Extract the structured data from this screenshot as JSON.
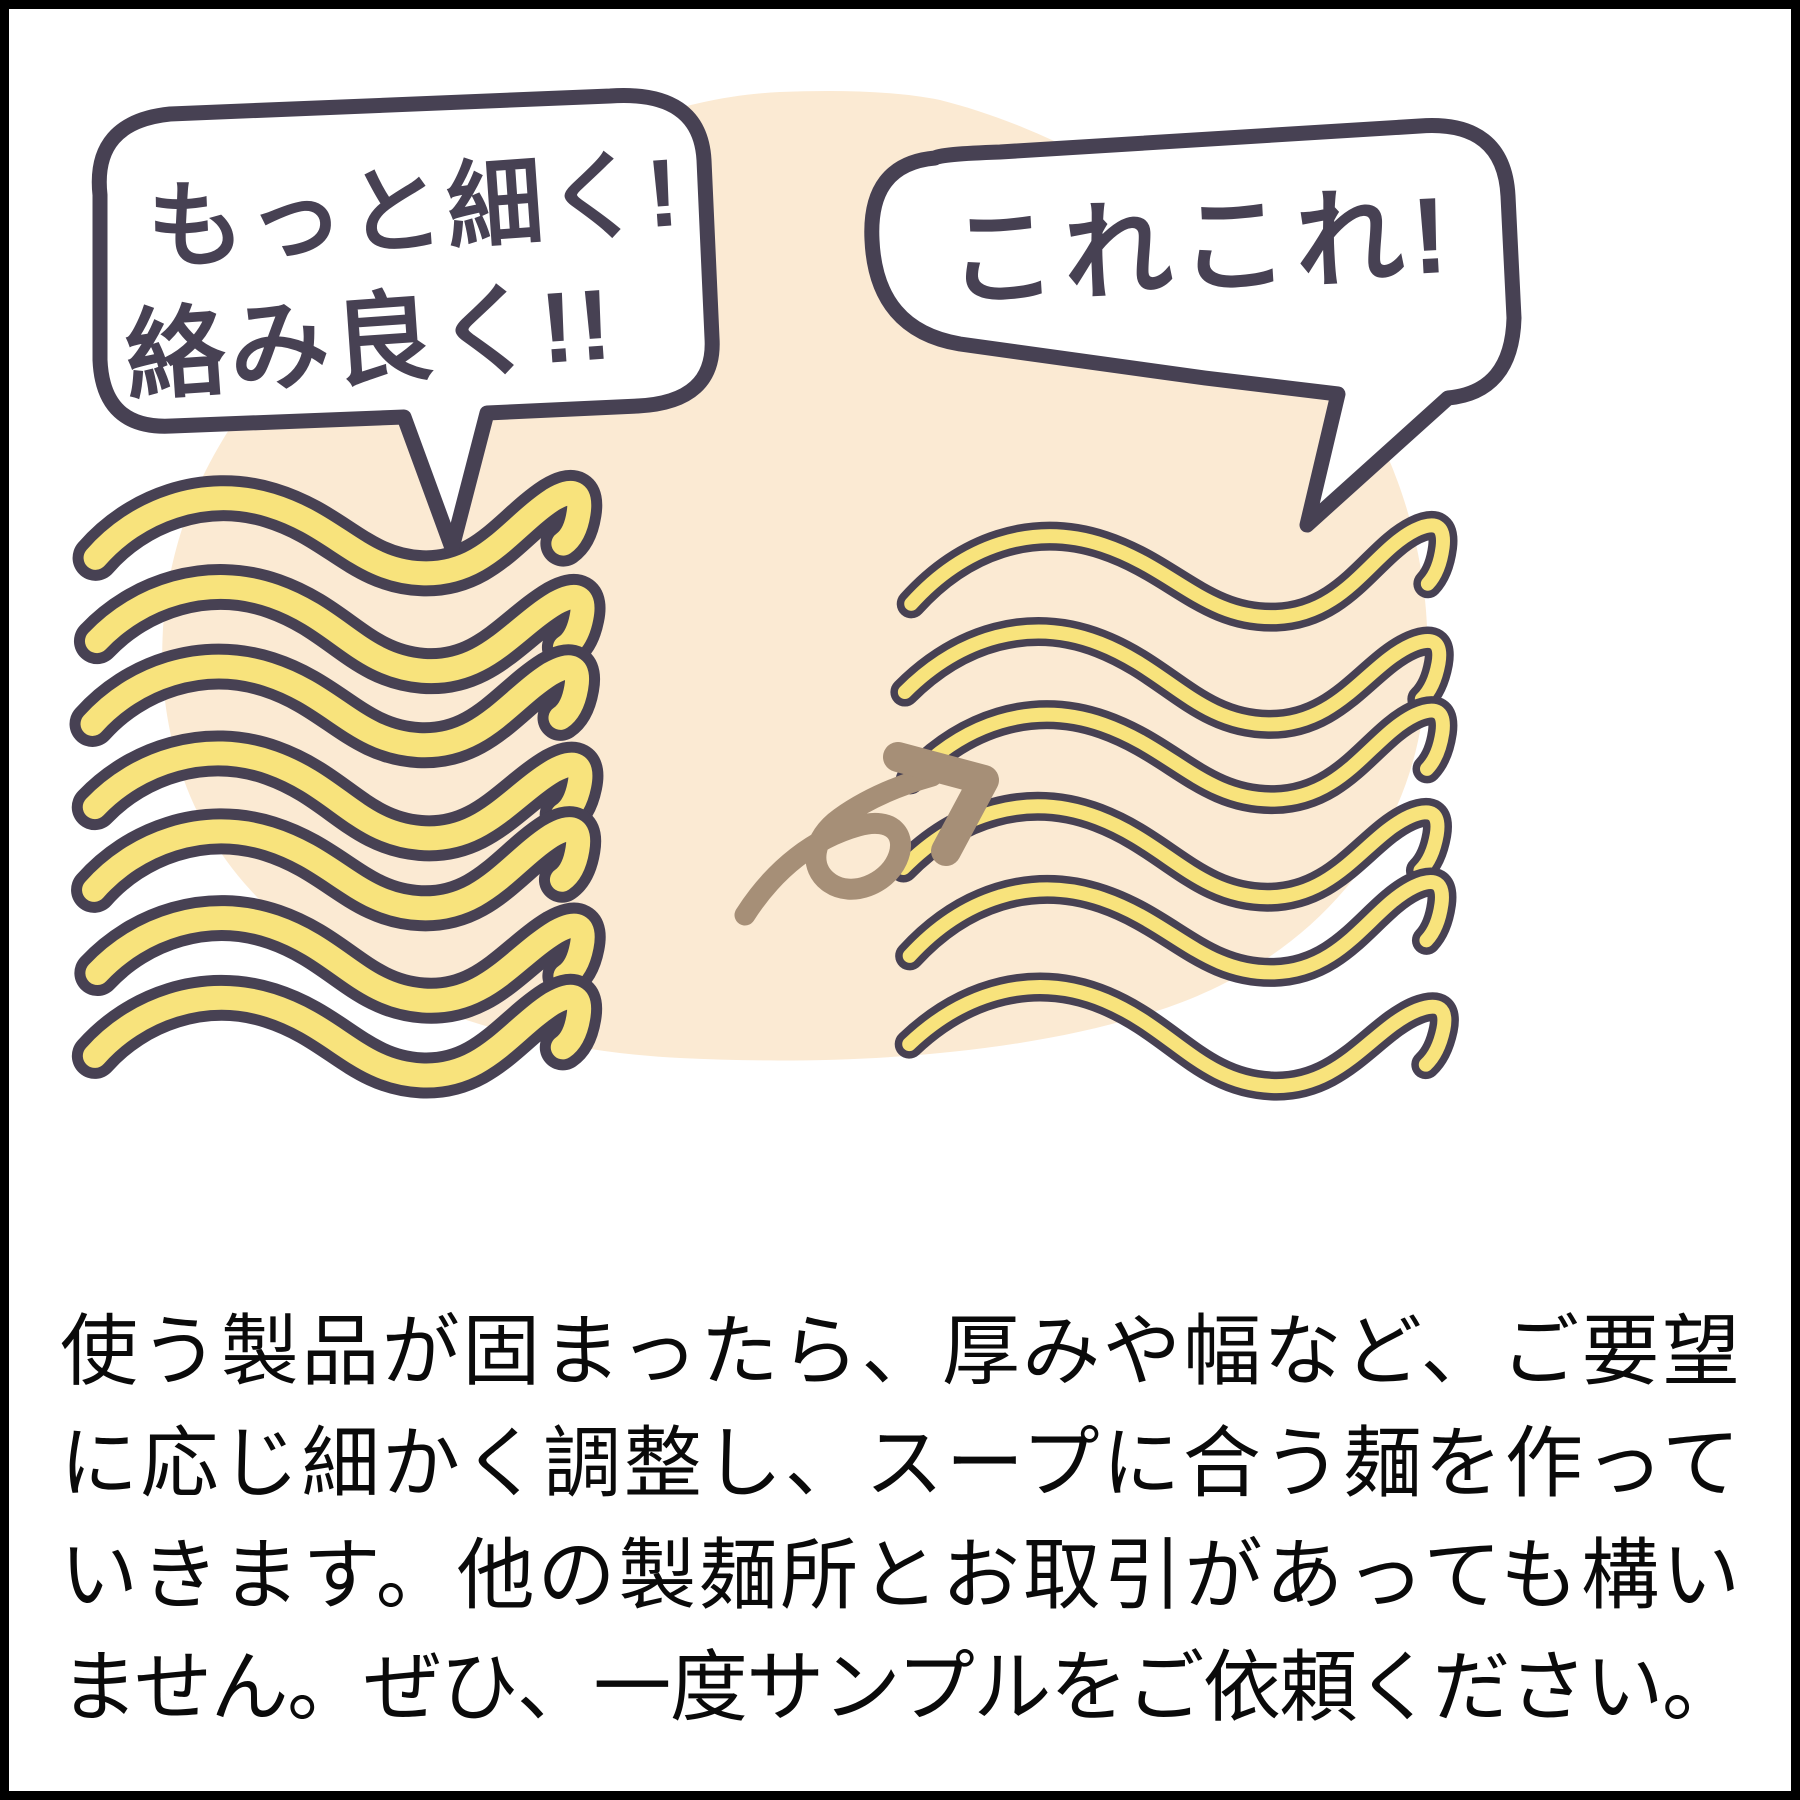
{
  "colors": {
    "ink": "#474153",
    "noodle": "#f8e37c",
    "blob": "#fbead3",
    "arrow": "#a68f77",
    "caption": "#0a0a0a",
    "frame": "#000000",
    "bubble": "#ffffff",
    "bg": "#ffffff"
  },
  "left_bubble": {
    "line1": "もっと細く!",
    "line2": "絡み良く!!"
  },
  "right_bubble": {
    "text": "これこれ!"
  },
  "caption": {
    "line1": "使う製品が固まったら、厚みや幅など、ご要望",
    "line2": "に応じ細かく調整し、スープに合う麺を作って",
    "line3": "いきます。他の製麺所とお取引があっても構い",
    "line4": "ません。ぜひ、一度サンプルをご依頼ください。"
  }
}
